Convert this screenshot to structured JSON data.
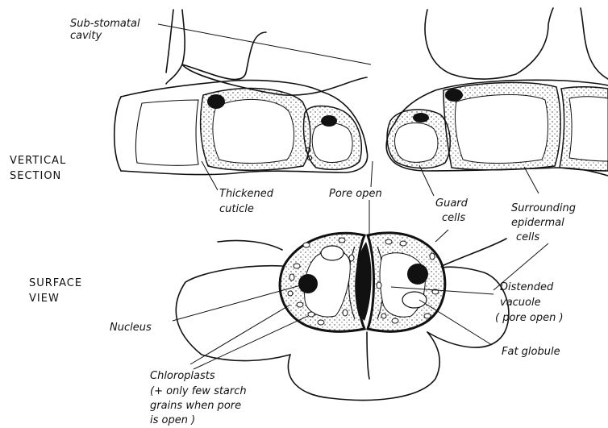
{
  "sections": {
    "vertical": [
      "VERTICAL",
      "SECTION"
    ],
    "surface": [
      "SURFACE",
      "VIEW"
    ]
  },
  "labels": {
    "sub_stomatal": [
      "Sub-stomatal",
      "cavity"
    ],
    "thickened_cuticle": [
      "Thickened",
      "cuticle"
    ],
    "pore_open": [
      "Pore open"
    ],
    "guard_cells": [
      "Guard",
      "cells"
    ],
    "surrounding": [
      "Surrounding",
      "epidermal",
      "cells"
    ],
    "distended": [
      "Distended",
      "vacuole",
      "( pore open )"
    ],
    "nucleus": [
      "Nucleus"
    ],
    "fat_globule": [
      "Fat globule"
    ],
    "chloroplasts": [
      "Chloroplasts",
      "(+ only few starch",
      "grains when pore",
      "is open )"
    ]
  }
}
